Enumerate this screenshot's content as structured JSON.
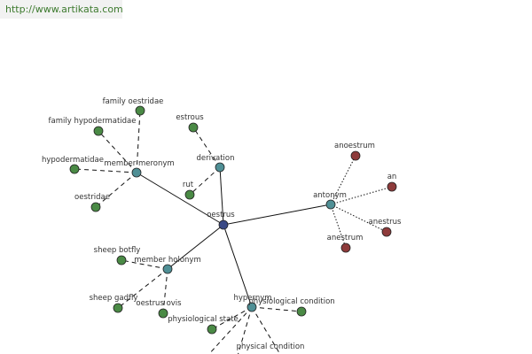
{
  "banner": {
    "url": "http://www.artikata.com"
  },
  "colors": {
    "center": "#3b4a86",
    "relation": "#4f8f95",
    "word": "#4a8a45",
    "antonym_word": "#8e3b3b",
    "solid_edge": "#111111",
    "dashed_edge": "#111111"
  },
  "nodes": {
    "center": {
      "label": "oestrus"
    },
    "relations": [
      {
        "id": "member-meronym",
        "label": "member meronym"
      },
      {
        "id": "derivation",
        "label": "derivation"
      },
      {
        "id": "antonym",
        "label": "antonym"
      },
      {
        "id": "member-holonym",
        "label": "member holonym"
      },
      {
        "id": "hypernym",
        "label": "hypernym"
      }
    ],
    "words": [
      {
        "id": "family-oestridae",
        "label": "family oestridae",
        "group": "member-meronym",
        "kind": "word"
      },
      {
        "id": "family-hypodermatidae",
        "label": "family hypodermatidae",
        "group": "member-meronym",
        "kind": "word"
      },
      {
        "id": "hypodermatidae",
        "label": "hypodermatidae",
        "group": "member-meronym",
        "kind": "word"
      },
      {
        "id": "oestridae",
        "label": "oestridae",
        "group": "member-meronym",
        "kind": "word"
      },
      {
        "id": "estrous",
        "label": "estrous",
        "group": "derivation",
        "kind": "word"
      },
      {
        "id": "rut",
        "label": "rut",
        "group": "derivation",
        "kind": "word"
      },
      {
        "id": "anoestrum",
        "label": "anoestrum",
        "group": "antonym",
        "kind": "antonym_word"
      },
      {
        "id": "an",
        "label": "an",
        "group": "antonym",
        "kind": "antonym_word"
      },
      {
        "id": "anestrus",
        "label": "anestrus",
        "group": "antonym",
        "kind": "antonym_word"
      },
      {
        "id": "anestrum",
        "label": "anestrum",
        "group": "antonym",
        "kind": "antonym_word"
      },
      {
        "id": "sheep-botfly",
        "label": "sheep botfly",
        "group": "member-holonym",
        "kind": "word"
      },
      {
        "id": "sheep-gadfly",
        "label": "sheep gadfly",
        "group": "member-holonym",
        "kind": "word"
      },
      {
        "id": "oestrus-ovis",
        "label": "oestrus ovis",
        "group": "member-holonym",
        "kind": "word"
      },
      {
        "id": "physiological-condition",
        "label": "physiological condition",
        "group": "hypernym",
        "kind": "word"
      },
      {
        "id": "physiological-state",
        "label": "physiological state",
        "group": "hypernym",
        "kind": "word"
      },
      {
        "id": "physical-condition",
        "label": "physical condition",
        "group": "hypernym",
        "kind": "word"
      }
    ]
  }
}
